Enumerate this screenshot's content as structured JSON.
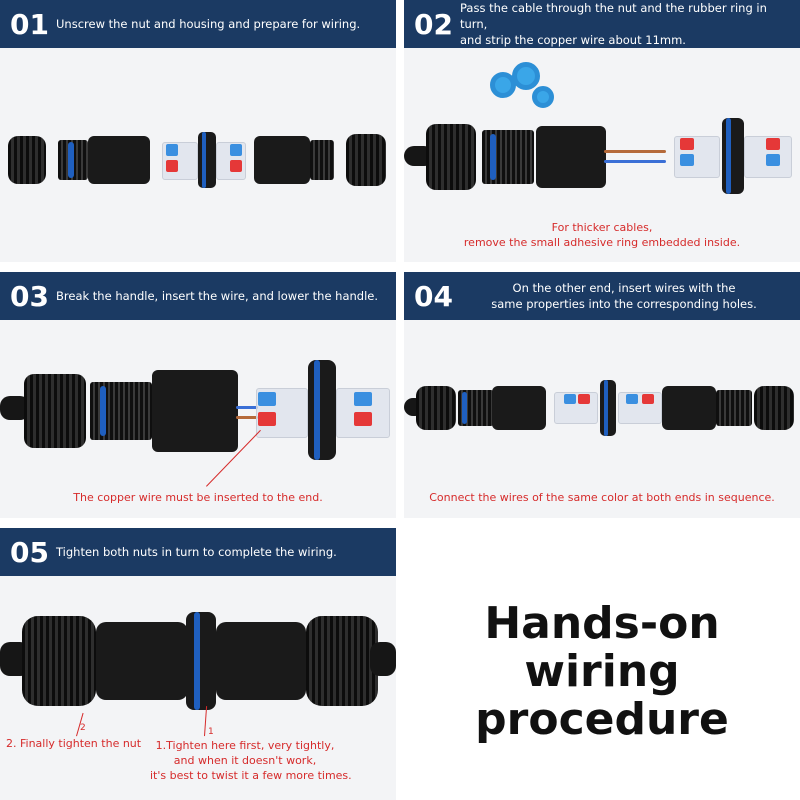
{
  "steps": [
    {
      "num": "01",
      "text": "Unscrew the nut and housing and prepare for wiring."
    },
    {
      "num": "02",
      "text_line1": "Pass the cable through the nut and the rubber ring in turn,",
      "text_line2": "and strip the copper wire about 11mm.",
      "note_line1": "For thicker cables,",
      "note_line2": "remove the small adhesive ring embedded inside."
    },
    {
      "num": "03",
      "text": "Break the handle, insert the wire, and lower the handle.",
      "note": "The copper wire must be inserted to the end."
    },
    {
      "num": "04",
      "text_line1": "On the other end, insert wires with the",
      "text_line2": "same properties into the corresponding holes.",
      "note": "Connect the wires of the same color at both ends in sequence."
    },
    {
      "num": "05",
      "text": "Tighten both nuts in turn to complete the wiring.",
      "label_2_num": "2",
      "label_2_text": "2. Finally tighten the nut",
      "label_1_num": "1",
      "label_1_line1": "1.Tighten here first, very tightly,",
      "label_1_line2": "and when it doesn't work,",
      "label_1_line3": "it's best to twist it a few more times."
    }
  ],
  "title_line1": "Hands-on wiring",
  "title_line2": "procedure",
  "colors": {
    "header_bg": "#1b3a63",
    "note_red": "#d62b2b",
    "connector_black": "#1a1a1a",
    "ring_blue": "#1f5fbf"
  }
}
